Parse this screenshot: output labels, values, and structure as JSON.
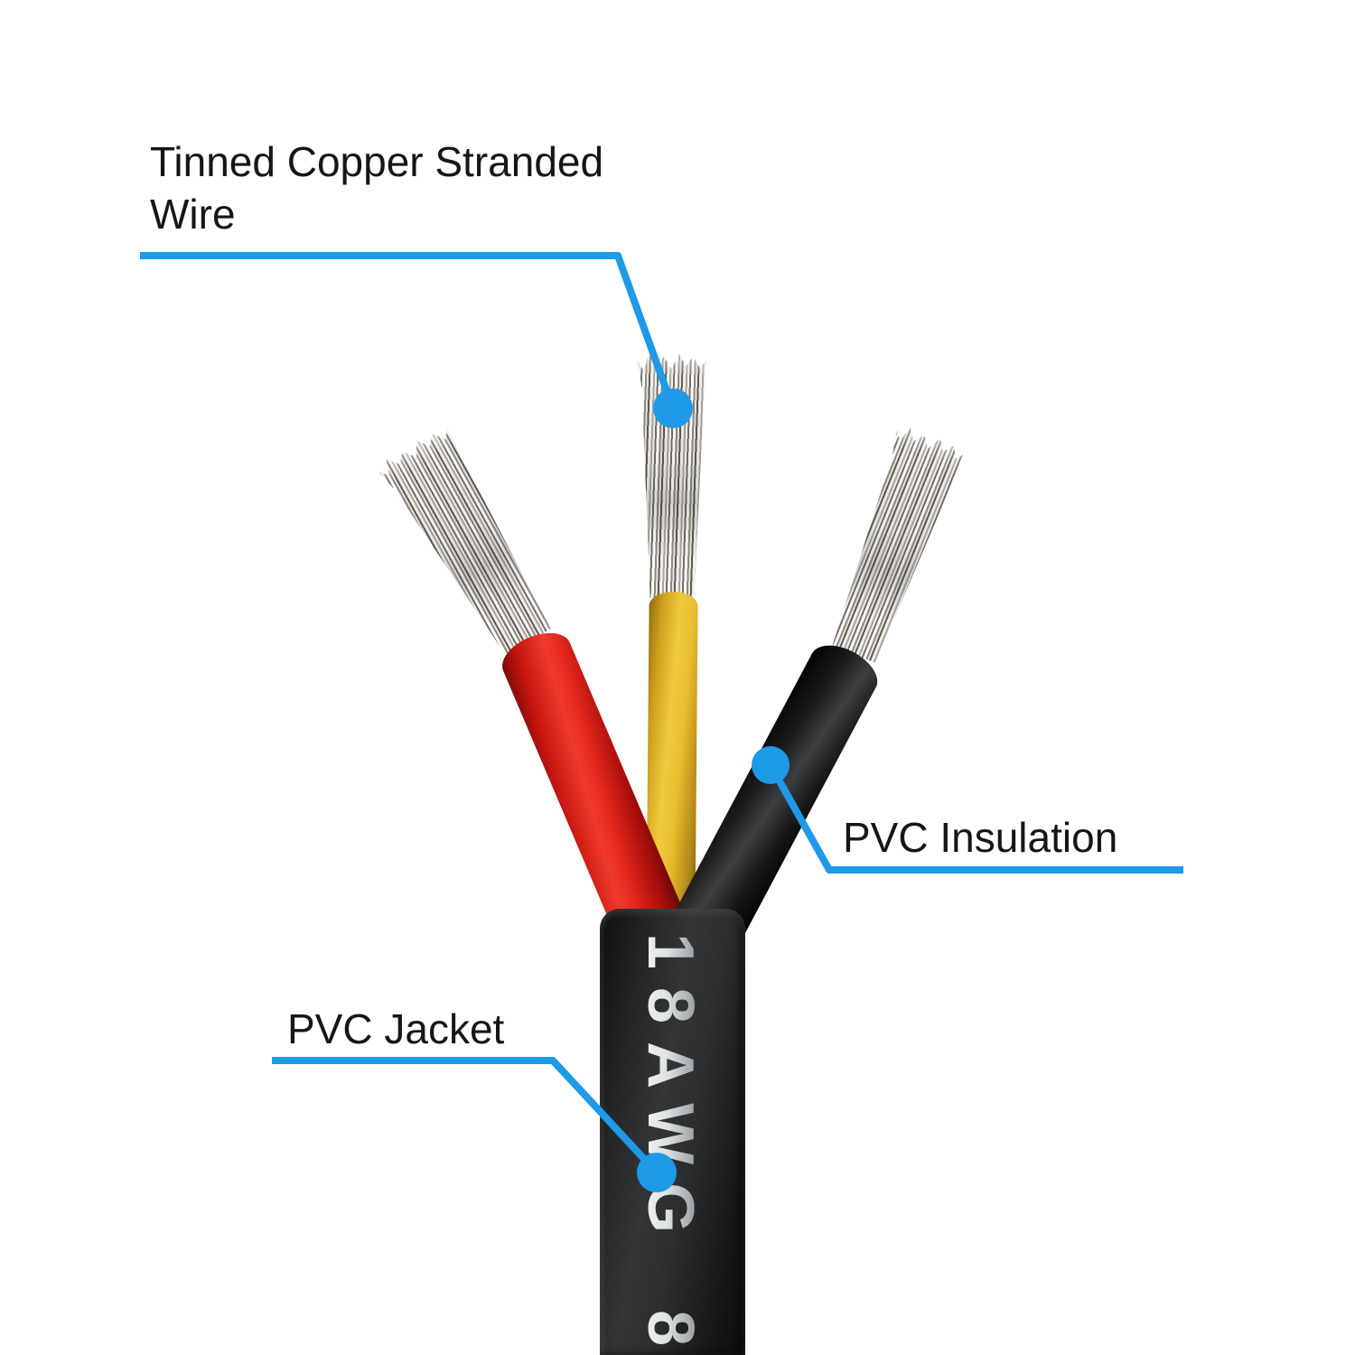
{
  "figure": {
    "background": "#ffffff",
    "accent_color": "#1e9ae8",
    "callouts": {
      "stranded_wire": {
        "label": "Tinned Copper Stranded Wire"
      },
      "insulation": {
        "label": "PVC Insulation"
      },
      "jacket": {
        "label": "PVC Jacket"
      }
    },
    "cable": {
      "marking_primary": "18AWG",
      "marking_secondary": "8",
      "jacket_color": "#222426",
      "strand_color": "#d8d5cf",
      "wires": [
        {
          "position": "left",
          "insulation_color": "#d92018"
        },
        {
          "position": "middle",
          "insulation_color": "#e8bd2d"
        },
        {
          "position": "right",
          "insulation_color": "#161616"
        }
      ]
    }
  }
}
